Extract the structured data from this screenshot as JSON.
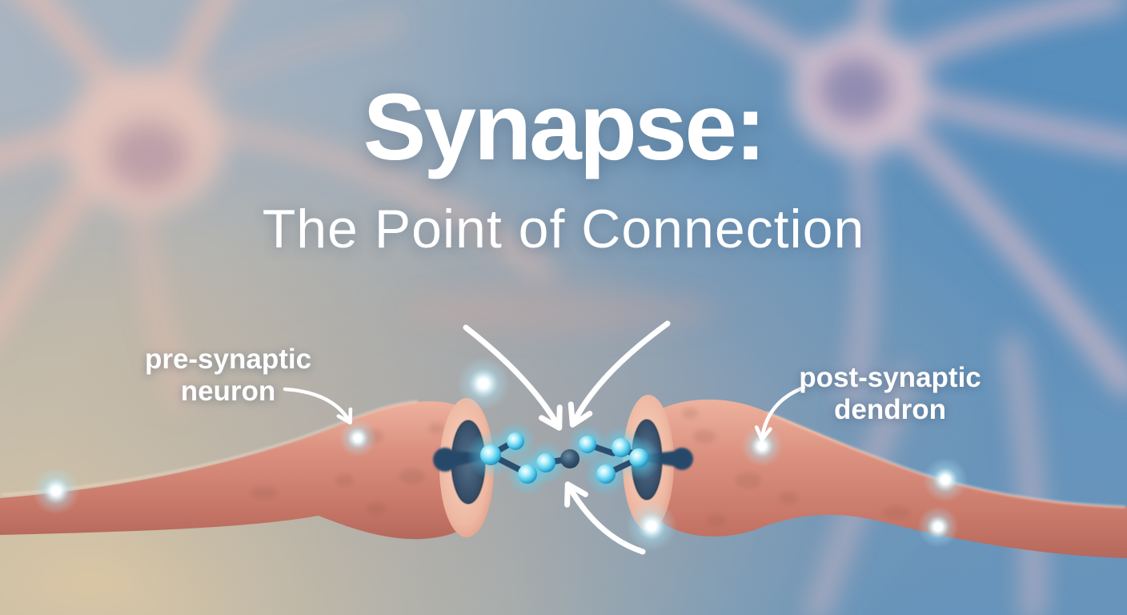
{
  "title": {
    "main": "Synapse:",
    "subtitle": "The Point of Connection"
  },
  "labels": {
    "presynaptic": {
      "line1": "pre-synaptic",
      "line2": "neuron"
    },
    "postsynaptic": {
      "line1": "post-synaptic",
      "line2": "dendron"
    }
  },
  "figure": {
    "elements": [
      "pre-synaptic axon terminal",
      "post-synaptic dendron terminal",
      "synaptic cleft",
      "neurotransmitter molecules",
      "signal glow points",
      "blurred background neurons"
    ],
    "arrow_count": 5,
    "glow_count": 7
  },
  "colors": {
    "text": "#ffffff",
    "arrow_white": "#ffffff",
    "neuron_pink": "#d98e7d",
    "neuron_pink_light": "#eec0ac",
    "neuron_pink_deep": "#b5685c",
    "opening_navy": "#3a5876",
    "vesicle_navy": "#27496a",
    "neurotransmitter_navy": "#2b4e70",
    "neurotransmitter_cyan": "#59d6f4",
    "background_blue": "#5f92bd",
    "background_gray": "#9fa0a8",
    "background_tan": "#d9c5a3",
    "glow_white": "#ffffff"
  }
}
